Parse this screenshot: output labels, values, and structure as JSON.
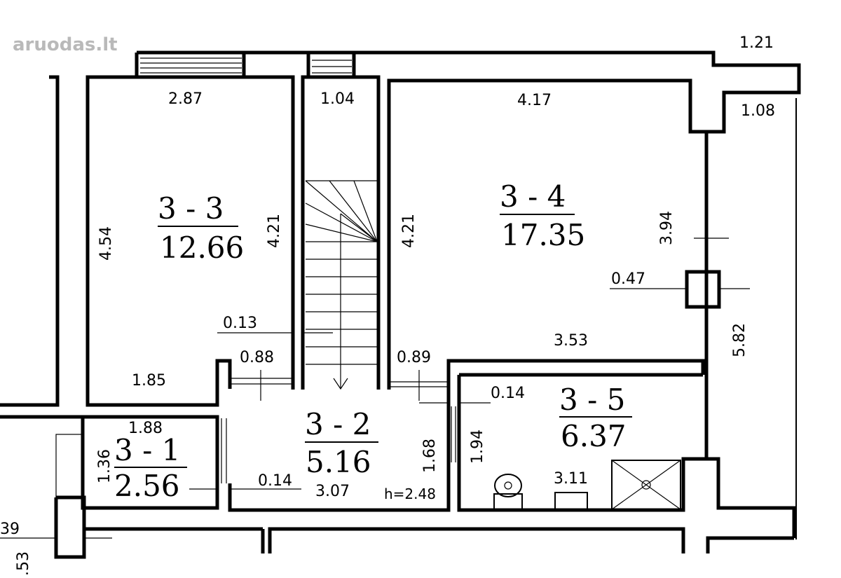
{
  "watermark": "aruodas.lt",
  "rooms": [
    {
      "id": "3 - 3",
      "area": "12.66"
    },
    {
      "id": "3 - 4",
      "area": "17.35"
    },
    {
      "id": "3 - 2",
      "area": "5.16"
    },
    {
      "id": "3 - 5",
      "area": "6.37"
    },
    {
      "id": "3 - 1",
      "area": "2.56"
    }
  ],
  "dimensions": {
    "d_1_21": "1.21",
    "d_2_87": "2.87",
    "d_1_04": "1.04",
    "d_4_17": "4.17",
    "d_1_08": "1.08",
    "d_4_54": "4.54",
    "d_4_21_a": "4.21",
    "d_4_21_b": "4.21",
    "d_3_94": "3.94",
    "d_0_47": "0.47",
    "d_5_82": "5.82",
    "d_0_13": "0.13",
    "d_3_53": "3.53",
    "d_0_88": "0.88",
    "d_0_89": "0.89",
    "d_1_85": "1.85",
    "d_0_14_a": "0.14",
    "d_1_88": "1.88",
    "d_1_36": "1.36",
    "d_1_68": "1.68",
    "d_1_94": "1.94",
    "d_0_14_b": "0.14",
    "d_3_07": "3.07",
    "d_3_11": "3.11",
    "d_39": "39",
    "d_53": ".53"
  },
  "height_note": "h=2.48"
}
